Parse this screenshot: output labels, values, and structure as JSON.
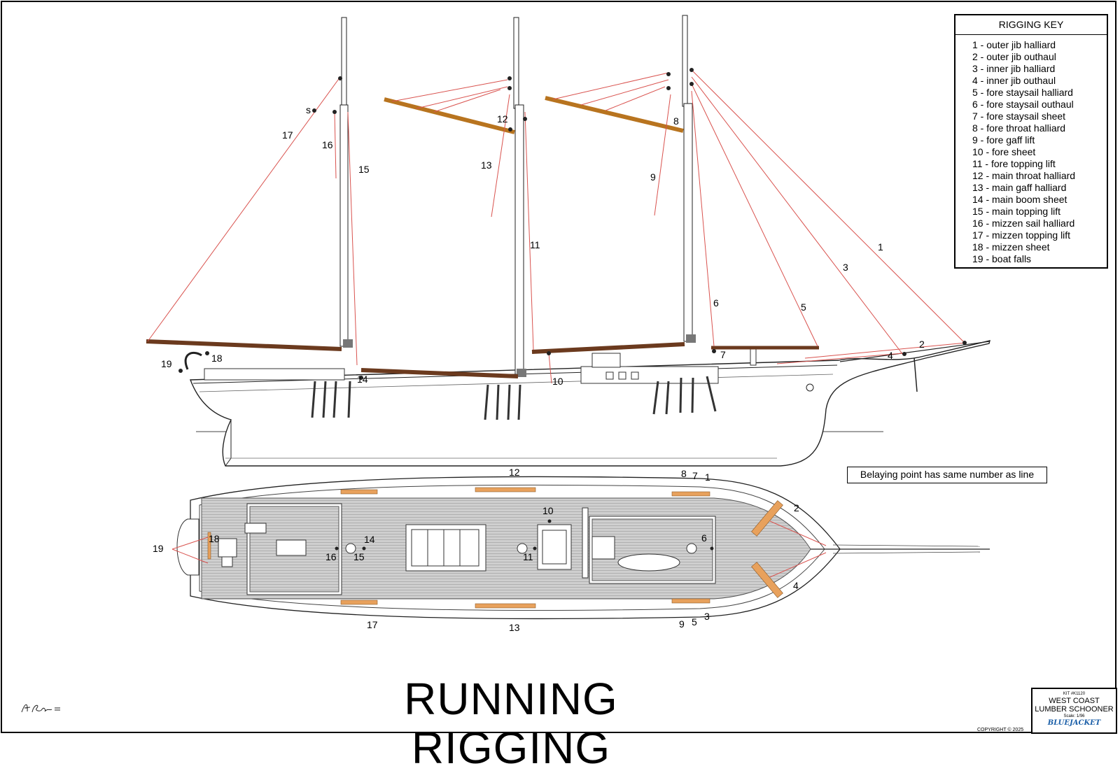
{
  "title": "RUNNING RIGGING",
  "rigging_key": {
    "heading": "RIGGING KEY",
    "items": [
      "1 - outer jib halliard",
      "2 - outer jib outhaul",
      "3 - inner jib halliard",
      "4 - inner jib outhaul",
      "5 - fore staysail halliard",
      "6 - fore staysail outhaul",
      "7 - fore staysail sheet",
      "8 - fore throat halliard",
      "9 - fore gaff lift",
      "10 - fore sheet",
      "11 - fore topping lift",
      "12 - main throat halliard",
      "13 - main gaff halliard",
      "14 - main boom sheet",
      "15 - main topping lift",
      "16 - mizzen sail halliard",
      "17 - mizzen topping lift",
      "18 - mizzen sheet",
      "19 - boat falls"
    ]
  },
  "note": "Belaying point has same number as line",
  "profile_labels": {
    "s": "s",
    "l17": "17",
    "l16": "16",
    "l15": "15",
    "l12": "12",
    "l13": "13",
    "l11": "11",
    "l8": "8",
    "l9": "9",
    "l6": "6",
    "l5": "5",
    "l3": "3",
    "l1": "1",
    "l2": "2",
    "l4": "4",
    "l7": "7",
    "l10": "10",
    "l14": "14",
    "l18": "18",
    "l19": "19"
  },
  "plan_labels": {
    "l12": "12",
    "l8": "8",
    "l7": "7",
    "l1": "1",
    "l2": "2",
    "l10": "10",
    "l19": "19",
    "l18": "18",
    "l14": "14",
    "l16": "16",
    "l15": "15",
    "l11": "11",
    "l6": "6",
    "l4": "4",
    "l17": "17",
    "l13": "13",
    "l9": "9",
    "l5": "5",
    "l3": "3"
  },
  "title_block": {
    "kit": "KIT #K1120",
    "name_line1": "WEST COAST",
    "name_line2": "LUMBER SCHOONER",
    "scale": "Scale: 1/96",
    "brand": "BLUEJACKET"
  },
  "copyright": "COPYRIGHT © 2025",
  "colors": {
    "rigging_line": "#d9534f",
    "spar": "#6b3a1e",
    "gaff": "#b8741f",
    "pinrail": "#e8a15c",
    "deck": "#c8c8c8"
  }
}
